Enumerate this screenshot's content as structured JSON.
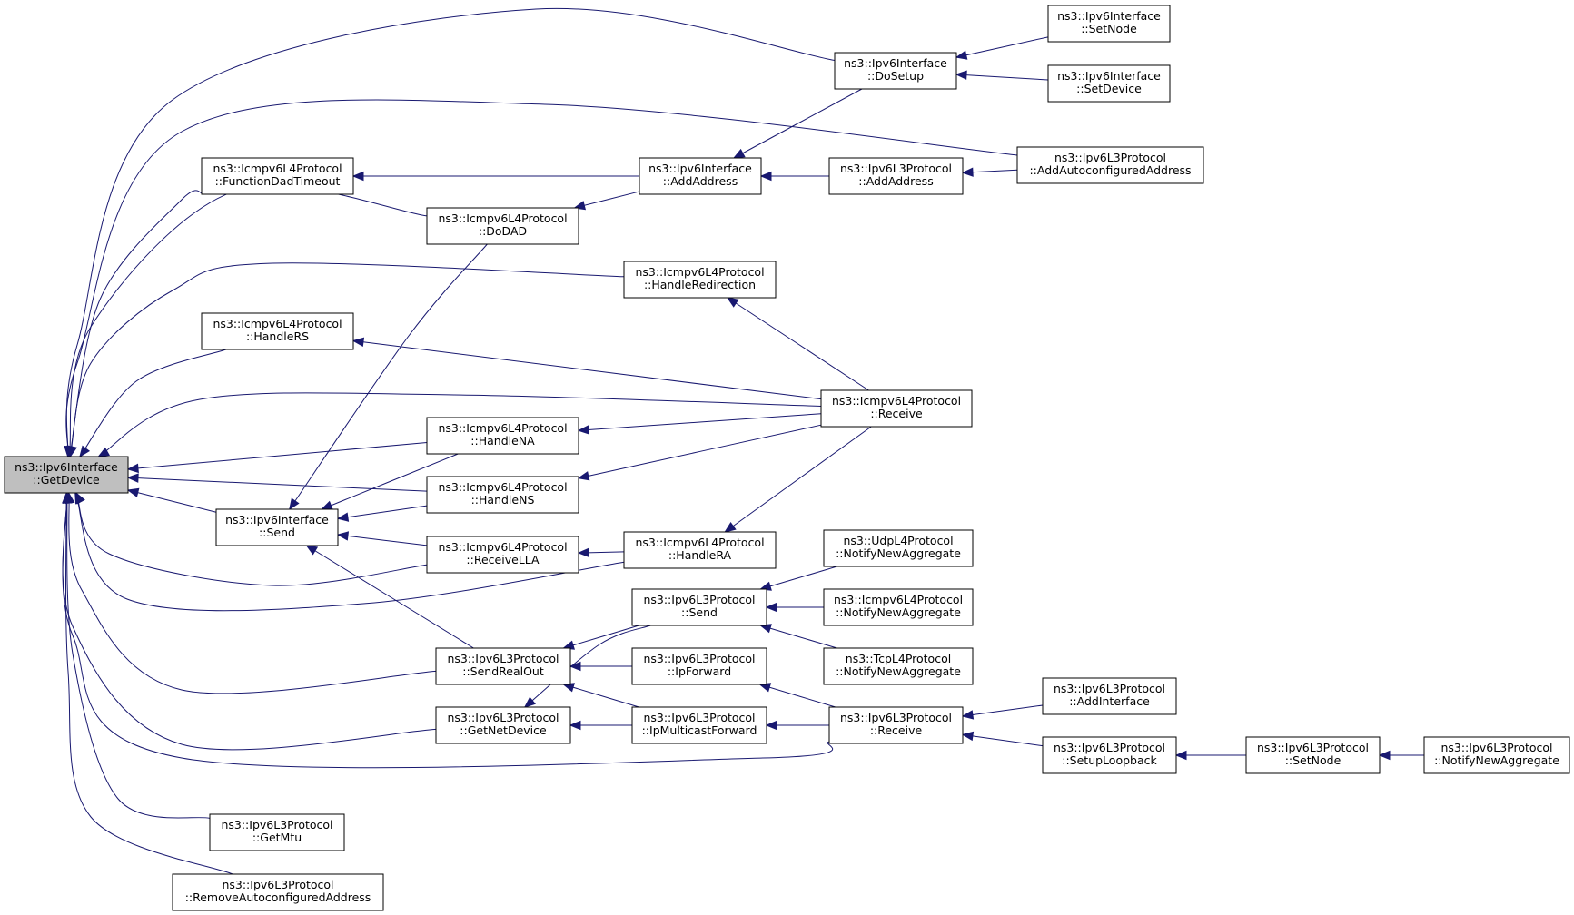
{
  "diagram": {
    "colors": {
      "edge": "#191970",
      "focus_fill": "#bfbfbf",
      "node_fill": "#ffffff",
      "node_border": "#000000"
    },
    "nodes": [
      {
        "id": "getdevice",
        "lines": [
          "ns3::Ipv6Interface",
          "::GetDevice"
        ],
        "focus": true
      },
      {
        "id": "fdadtimeout",
        "lines": [
          "ns3::Icmpv6L4Protocol",
          "::FunctionDadTimeout"
        ]
      },
      {
        "id": "dodad",
        "lines": [
          "ns3::Icmpv6L4Protocol",
          "::DoDAD"
        ]
      },
      {
        "id": "handleredirection",
        "lines": [
          "ns3::Icmpv6L4Protocol",
          "::HandleRedirection"
        ]
      },
      {
        "id": "handlers",
        "lines": [
          "ns3::Icmpv6L4Protocol",
          "::HandleRS"
        ]
      },
      {
        "id": "handlena",
        "lines": [
          "ns3::Icmpv6L4Protocol",
          "::HandleNA"
        ]
      },
      {
        "id": "handlens",
        "lines": [
          "ns3::Icmpv6L4Protocol",
          "::HandleNS"
        ]
      },
      {
        "id": "ifsend",
        "lines": [
          "ns3::Ipv6Interface",
          "::Send"
        ]
      },
      {
        "id": "receivella",
        "lines": [
          "ns3::Icmpv6L4Protocol",
          "::ReceiveLLA"
        ]
      },
      {
        "id": "handlera",
        "lines": [
          "ns3::Icmpv6L4Protocol",
          "::HandleRA"
        ]
      },
      {
        "id": "sendrealout",
        "lines": [
          "ns3::Ipv6L3Protocol",
          "::SendRealOut"
        ]
      },
      {
        "id": "getnetdevice",
        "lines": [
          "ns3::Ipv6L3Protocol",
          "::GetNetDevice"
        ]
      },
      {
        "id": "getmtu",
        "lines": [
          "ns3::Ipv6L3Protocol",
          "::GetMtu"
        ]
      },
      {
        "id": "removeauto",
        "lines": [
          "ns3::Ipv6L3Protocol",
          "::RemoveAutoconfiguredAddress"
        ]
      },
      {
        "id": "dosetup",
        "lines": [
          "ns3::Ipv6Interface",
          "::DoSetup"
        ]
      },
      {
        "id": "setnode_if",
        "lines": [
          "ns3::Ipv6Interface",
          "::SetNode"
        ]
      },
      {
        "id": "setdevice",
        "lines": [
          "ns3::Ipv6Interface",
          "::SetDevice"
        ]
      },
      {
        "id": "ifaddaddress",
        "lines": [
          "ns3::Ipv6Interface",
          "::AddAddress"
        ]
      },
      {
        "id": "l3addaddress",
        "lines": [
          "ns3::Ipv6L3Protocol",
          "::AddAddress"
        ]
      },
      {
        "id": "addauto",
        "lines": [
          "ns3::Ipv6L3Protocol",
          "::AddAutoconfiguredAddress"
        ]
      },
      {
        "id": "icmpreceive",
        "lines": [
          "ns3::Icmpv6L4Protocol",
          "::Receive"
        ]
      },
      {
        "id": "udpnotify",
        "lines": [
          "ns3::UdpL4Protocol",
          "::NotifyNewAggregate"
        ]
      },
      {
        "id": "icmpnotify",
        "lines": [
          "ns3::Icmpv6L4Protocol",
          "::NotifyNewAggregate"
        ]
      },
      {
        "id": "tcpnotify",
        "lines": [
          "ns3::TcpL4Protocol",
          "::NotifyNewAggregate"
        ]
      },
      {
        "id": "l3send",
        "lines": [
          "ns3::Ipv6L3Protocol",
          "::Send"
        ]
      },
      {
        "id": "ipforward",
        "lines": [
          "ns3::Ipv6L3Protocol",
          "::IpForward"
        ]
      },
      {
        "id": "ipmulticast",
        "lines": [
          "ns3::Ipv6L3Protocol",
          "::IpMulticastForward"
        ]
      },
      {
        "id": "l3receive",
        "lines": [
          "ns3::Ipv6L3Protocol",
          "::Receive"
        ]
      },
      {
        "id": "addinterface",
        "lines": [
          "ns3::Ipv6L3Protocol",
          "::AddInterface"
        ]
      },
      {
        "id": "setuploopback",
        "lines": [
          "ns3::Ipv6L3Protocol",
          "::SetupLoopback"
        ]
      },
      {
        "id": "l3setnode",
        "lines": [
          "ns3::Ipv6L3Protocol",
          "::SetNode"
        ]
      },
      {
        "id": "l3notify",
        "lines": [
          "ns3::Ipv6L3Protocol",
          "::NotifyNewAggregate"
        ]
      }
    ],
    "edges": [
      {
        "from": "fdadtimeout",
        "to": "getdevice"
      },
      {
        "from": "dodad",
        "to": "getdevice"
      },
      {
        "from": "handleredirection",
        "to": "getdevice"
      },
      {
        "from": "handlers",
        "to": "getdevice"
      },
      {
        "from": "icmpreceive",
        "to": "getdevice"
      },
      {
        "from": "handlena",
        "to": "getdevice"
      },
      {
        "from": "handlens",
        "to": "getdevice"
      },
      {
        "from": "ifsend",
        "to": "getdevice"
      },
      {
        "from": "receivella",
        "to": "getdevice"
      },
      {
        "from": "handlera",
        "to": "getdevice"
      },
      {
        "from": "sendrealout",
        "to": "getdevice"
      },
      {
        "from": "getnetdevice",
        "to": "getdevice"
      },
      {
        "from": "l3receive",
        "to": "getdevice"
      },
      {
        "from": "getmtu",
        "to": "getdevice"
      },
      {
        "from": "removeauto",
        "to": "getdevice"
      },
      {
        "from": "dosetup",
        "to": "getdevice"
      },
      {
        "from": "addauto",
        "to": "getdevice"
      },
      {
        "from": "ifaddaddress",
        "to": "fdadtimeout"
      },
      {
        "from": "ifaddaddress",
        "to": "dodad"
      },
      {
        "from": "dosetup",
        "to": "ifaddaddress"
      },
      {
        "from": "l3addaddress",
        "to": "ifaddaddress"
      },
      {
        "from": "addauto",
        "to": "l3addaddress"
      },
      {
        "from": "setnode_if",
        "to": "dosetup"
      },
      {
        "from": "setdevice",
        "to": "dosetup"
      },
      {
        "from": "dodad",
        "to": "ifsend"
      },
      {
        "from": "handlena",
        "to": "ifsend"
      },
      {
        "from": "handlens",
        "to": "ifsend"
      },
      {
        "from": "receivella",
        "to": "ifsend"
      },
      {
        "from": "sendrealout",
        "to": "ifsend"
      },
      {
        "from": "icmpreceive",
        "to": "handleredirection"
      },
      {
        "from": "icmpreceive",
        "to": "handlers"
      },
      {
        "from": "icmpreceive",
        "to": "handlena"
      },
      {
        "from": "icmpreceive",
        "to": "handlens"
      },
      {
        "from": "icmpreceive",
        "to": "handlera"
      },
      {
        "from": "handlera",
        "to": "receivella"
      },
      {
        "from": "l3send",
        "to": "sendrealout"
      },
      {
        "from": "ipforward",
        "to": "sendrealout"
      },
      {
        "from": "ipmulticast",
        "to": "sendrealout"
      },
      {
        "from": "l3send",
        "to": "getnetdevice"
      },
      {
        "from": "ipmulticast",
        "to": "getnetdevice"
      },
      {
        "from": "udpnotify",
        "to": "l3send"
      },
      {
        "from": "icmpnotify",
        "to": "l3send"
      },
      {
        "from": "tcpnotify",
        "to": "l3send"
      },
      {
        "from": "l3receive",
        "to": "ipforward"
      },
      {
        "from": "l3receive",
        "to": "ipmulticast"
      },
      {
        "from": "addinterface",
        "to": "l3receive"
      },
      {
        "from": "setuploopback",
        "to": "l3receive"
      },
      {
        "from": "l3setnode",
        "to": "setuploopback"
      },
      {
        "from": "l3notify",
        "to": "l3setnode"
      }
    ]
  }
}
